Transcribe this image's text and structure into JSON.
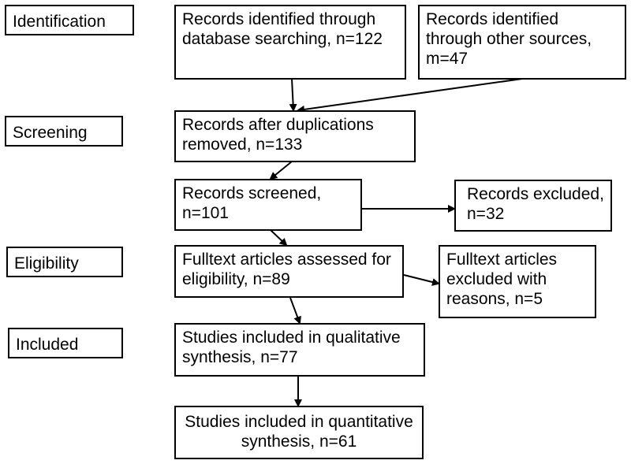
{
  "stages": {
    "identification": "Identification",
    "screening": "Screening",
    "eligibility": "Eligibility",
    "included": "Included"
  },
  "boxes": {
    "database_records": "Records identified through database searching, n=122",
    "other_sources": "Records identified through other sources, m=47",
    "after_duplicates": "Records after duplications removed, n=133",
    "screened": "Records screened, n=101",
    "excluded": "Records excluded, n=32",
    "fulltext_assessed": "Fulltext articles assessed for eligibility, n=89",
    "fulltext_excluded": "Fulltext articles excluded with reasons, n=5",
    "qualitative": "Studies included in qualitative synthesis, n=77",
    "quantitative": "Studies included in quantitative synthesis, n=61"
  }
}
